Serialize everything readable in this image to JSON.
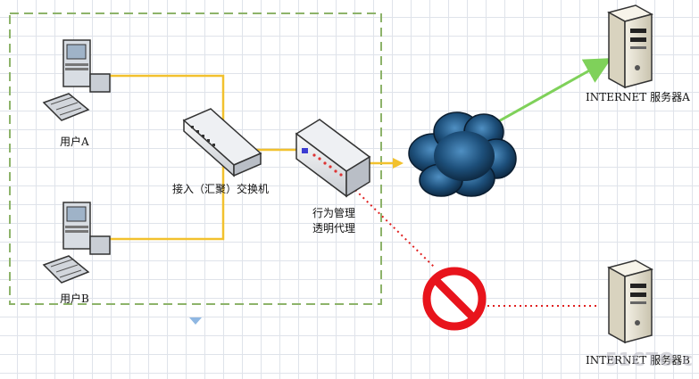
{
  "nodes": {
    "user_a": "用户A",
    "user_b": "用户B",
    "switch": "接入（汇聚）交换机",
    "behavior_mgmt_line1": "行为管理",
    "behavior_mgmt_line2": "透明代理",
    "server_a": "INTERNET 服务器A",
    "server_b": "INTERNET 服务器B"
  },
  "watermark": "51CTO.c",
  "colors": {
    "lan_boundary": "#8db36a",
    "lan_links": "#f2c12e",
    "allowed_link": "#7fd15a",
    "blocked_link": "#e02020",
    "blocked_sign": "#e8141c",
    "cloud": "#1d4f7a"
  },
  "icons": [
    "desktop-computer-icon",
    "network-switch-icon",
    "proxy-appliance-icon",
    "internet-cloud-icon",
    "server-icon",
    "no-entry-icon"
  ]
}
